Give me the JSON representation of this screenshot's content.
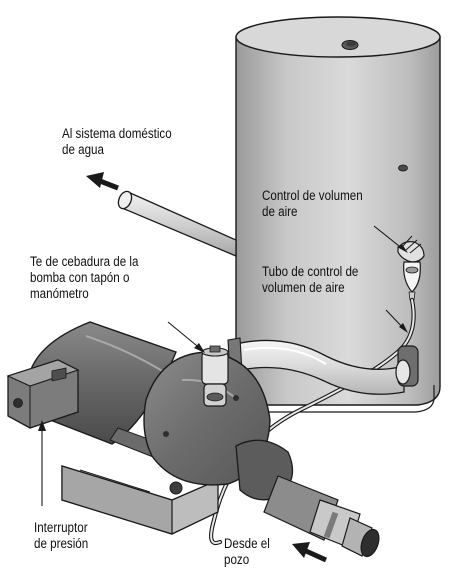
{
  "diagram": {
    "colors": {
      "outline": "#1a1a1a",
      "tank_light": "#d6d6d6",
      "tank_mid": "#b3b3b3",
      "tank_dark": "#8c8c8c",
      "motor_dark": "#5f5f5f",
      "motor_mid": "#7a7a7a",
      "pipe_light": "#e9e9e9"
    },
    "labels": {
      "household_system": "Al sistema doméstico\nde agua",
      "air_volume_control": "Control de volumen\nde aire",
      "air_volume_tube": "Tubo de control de\nvolumen de aire",
      "priming_tee": "Te de cebadura de la\nbomba con tapón o\nmanómetro",
      "pressure_switch": "Interruptor\nde presión",
      "from_well": "Desde el\npozo"
    }
  }
}
